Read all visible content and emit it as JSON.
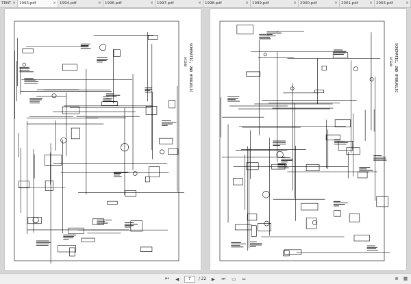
{
  "tabs": [
    {
      "label": "TENT..."
    },
    {
      "label": "1993.pdf"
    },
    {
      "label": "1994.pdf"
    },
    {
      "label": "1996.pdf"
    },
    {
      "label": "1997.pdf"
    },
    {
      "label": "1998.pdf"
    },
    {
      "label": "1999.pdf"
    },
    {
      "label": "2000.pdf"
    },
    {
      "label": "2001.pdf"
    },
    {
      "label": "2003.pdf"
    }
  ],
  "toolbar": {
    "current_page": "7",
    "page_total": "/ 22"
  },
  "pages": {
    "left": {
      "doc_number": "361348",
      "title": "SCHEMATIC, 2WD HYDRAULIC"
    },
    "right": {
      "doc_number": "361349",
      "title": "SCHEMATIC, 2WD HYDRAULIC"
    }
  },
  "colors": {
    "page": "#ffffff",
    "ink": "#000000",
    "viewer": "#d6d6d6"
  },
  "icons": [
    "first-page-icon",
    "prev-page-icon",
    "next-page-icon",
    "last-page-icon",
    "fit-page-icon",
    "fit-width-icon",
    "zoom-in-icon",
    "grid-icon"
  ]
}
